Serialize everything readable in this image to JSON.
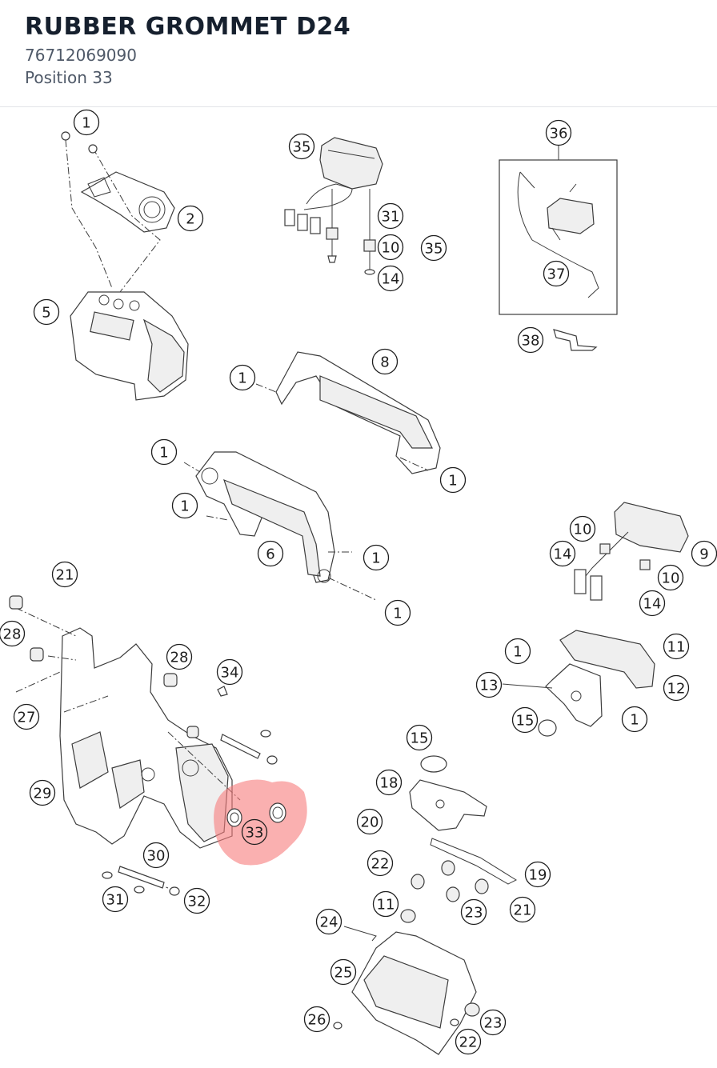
{
  "header": {
    "title": "RUBBER GROMMET D24",
    "part_number": "76712069090",
    "position": "Position 33"
  },
  "highlight": {
    "color": "#f77b7b",
    "position_number": "33"
  },
  "callouts": [
    {
      "id": "c1a",
      "label": "1"
    },
    {
      "id": "c2",
      "label": "2"
    },
    {
      "id": "c5",
      "label": "5"
    },
    {
      "id": "c35a",
      "label": "35"
    },
    {
      "id": "c31a",
      "label": "31"
    },
    {
      "id": "c10a",
      "label": "10"
    },
    {
      "id": "c35b",
      "label": "35"
    },
    {
      "id": "c14a",
      "label": "14"
    },
    {
      "id": "c36",
      "label": "36"
    },
    {
      "id": "c37",
      "label": "37"
    },
    {
      "id": "c38",
      "label": "38"
    },
    {
      "id": "c8",
      "label": "8"
    },
    {
      "id": "c1b",
      "label": "1"
    },
    {
      "id": "c1c",
      "label": "1"
    },
    {
      "id": "c1d",
      "label": "1"
    },
    {
      "id": "c1e",
      "label": "1"
    },
    {
      "id": "c6",
      "label": "6"
    },
    {
      "id": "c1f",
      "label": "1"
    },
    {
      "id": "c1g",
      "label": "1"
    },
    {
      "id": "c10b",
      "label": "10"
    },
    {
      "id": "c14b",
      "label": "14"
    },
    {
      "id": "c9",
      "label": "9"
    },
    {
      "id": "c10c",
      "label": "10"
    },
    {
      "id": "c14c",
      "label": "14"
    },
    {
      "id": "c21a",
      "label": "21"
    },
    {
      "id": "c28a",
      "label": "28"
    },
    {
      "id": "c28b",
      "label": "28"
    },
    {
      "id": "c27",
      "label": "27"
    },
    {
      "id": "c34",
      "label": "34"
    },
    {
      "id": "c1h",
      "label": "1"
    },
    {
      "id": "c11a",
      "label": "11"
    },
    {
      "id": "c13",
      "label": "13"
    },
    {
      "id": "c12",
      "label": "12"
    },
    {
      "id": "c15a",
      "label": "15"
    },
    {
      "id": "c1i",
      "label": "1"
    },
    {
      "id": "c15b",
      "label": "15"
    },
    {
      "id": "c29",
      "label": "29"
    },
    {
      "id": "c18",
      "label": "18"
    },
    {
      "id": "c33",
      "label": "33"
    },
    {
      "id": "c20",
      "label": "20"
    },
    {
      "id": "c30",
      "label": "30"
    },
    {
      "id": "c22a",
      "label": "22"
    },
    {
      "id": "c19",
      "label": "19"
    },
    {
      "id": "c31b",
      "label": "31"
    },
    {
      "id": "c32",
      "label": "32"
    },
    {
      "id": "c11b",
      "label": "11"
    },
    {
      "id": "c23a",
      "label": "23"
    },
    {
      "id": "c21b",
      "label": "21"
    },
    {
      "id": "c24",
      "label": "24"
    },
    {
      "id": "c25",
      "label": "25"
    },
    {
      "id": "c26",
      "label": "26"
    },
    {
      "id": "c23b",
      "label": "23"
    },
    {
      "id": "c22b",
      "label": "22"
    }
  ]
}
